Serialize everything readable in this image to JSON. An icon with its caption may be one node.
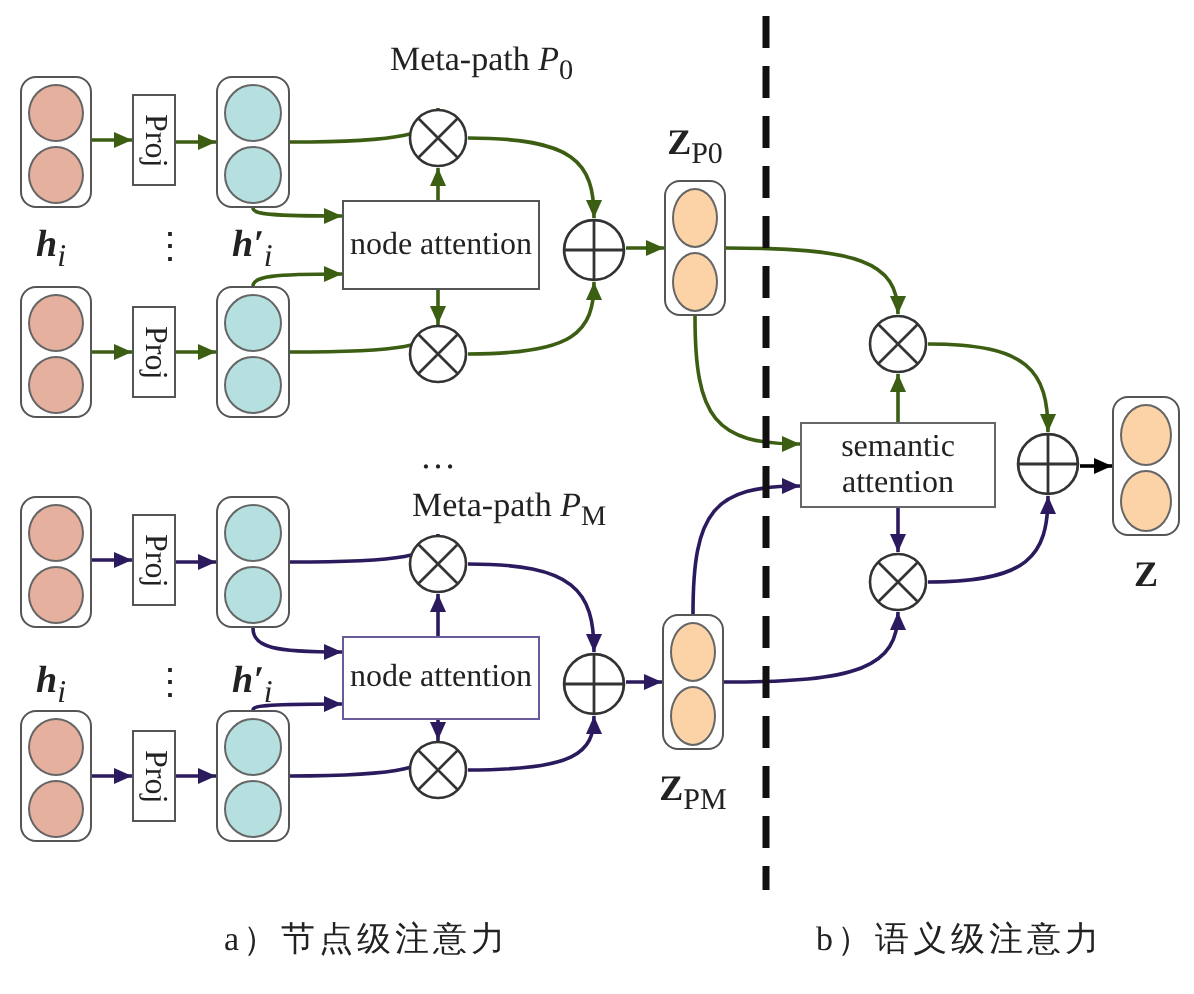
{
  "diagram": {
    "nodes": [
      {
        "text": [],
        "shape": "box"
      },
      {
        "text": [
          "Proj"
        ]
      },
      {
        "text": [],
        "shape": "box"
      },
      {
        "text": [],
        "shape": "box"
      },
      {
        "text": [
          "Proj"
        ]
      },
      {
        "text": [],
        "shape": "box"
      },
      {
        "text": [
          "node attention"
        ]
      },
      {
        "text": [],
        "shape": "circle"
      },
      {
        "text": [],
        "shape": "circle"
      },
      {
        "text": [],
        "shape": "circle"
      },
      {
        "text": [
          "**Z**$_{P0}$"
        ]
      },
      {
        "text": [],
        "shape": "box"
      },
      {
        "text": [
          "Proj"
        ]
      },
      {
        "text": [],
        "shape": "box"
      },
      {
        "text": [],
        "shape": "box"
      },
      {
        "text": [
          "Proj"
        ]
      },
      {
        "text": [],
        "shape": "box"
      },
      {
        "text": [
          "node attention"
        ]
      },
      {
        "text": [],
        "shape": "circle"
      },
      {
        "text": [],
        "shape": "circle"
      },
      {
        "text": [],
        "shape": "circle"
      },
      {
        "text": [
          "**Z**$_{PM}$"
        ]
      },
      {
        "text": [
          "semantic attention"
        ]
      },
      {
        "text": [],
        "shape": "circle"
      },
      {
        "text": [],
        "shape": "circle"
      },
      {
        "text": [],
        "shape": "circle"
      },
      {
        "text": [
          "**Z**"
        ]
      }
    ],
    "edges": [
      {
        "from": 0,
        "to": 1,
        "arrow": "to",
        "color": "#3b5e12"
      },
      {
        "from": 1,
        "to": 2,
        "arrow": "to",
        "color": "#3b5e12"
      },
      {
        "from": 3,
        "to": 4,
        "arrow": "to",
        "color": "#3b5e12"
      },
      {
        "from": 4,
        "to": 5,
        "arrow": "to",
        "color": "#3b5e12"
      },
      {
        "from": 2,
        "to": 7,
        "arrow": "to",
        "color": "#3b5e12"
      },
      {
        "from": 2,
        "to": 6,
        "arrow": "to",
        "color": "#3b5e12"
      },
      {
        "from": 5,
        "to": 6,
        "arrow": "to",
        "color": "#3b5e12"
      },
      {
        "from": 5,
        "to": 8,
        "arrow": "to",
        "color": "#3b5e12"
      },
      {
        "from": 6,
        "to": 7,
        "arrow": "to",
        "color": "#3b5e12"
      },
      {
        "from": 6,
        "to": 8,
        "arrow": "to",
        "color": "#3b5e12"
      },
      {
        "from": 7,
        "to": 9,
        "arrow": "to",
        "color": "#3b5e12"
      },
      {
        "from": 8,
        "to": 9,
        "arrow": "to",
        "color": "#3b5e12"
      },
      {
        "from": 9,
        "to": 10,
        "arrow": "to",
        "color": "#3b5e12"
      },
      {
        "from": 11,
        "to": 12,
        "arrow": "to",
        "color": "#2b1b5e"
      },
      {
        "from": 12,
        "to": 13,
        "arrow": "to",
        "color": "#2b1b5e"
      },
      {
        "from": 14,
        "to": 15,
        "arrow": "to",
        "color": "#2b1b5e"
      },
      {
        "from": 15,
        "to": 16,
        "arrow": "to",
        "color": "#2b1b5e"
      },
      {
        "from": 13,
        "to": 18,
        "arrow": "to",
        "color": "#2b1b5e"
      },
      {
        "from": 13,
        "to": 17,
        "arrow": "to",
        "color": "#2b1b5e"
      },
      {
        "from": 16,
        "to": 17,
        "arrow": "to",
        "color": "#2b1b5e"
      },
      {
        "from": 16,
        "to": 19,
        "arrow": "to",
        "color": "#2b1b5e"
      },
      {
        "from": 17,
        "to": 18,
        "arrow": "to",
        "color": "#2b1b5e"
      },
      {
        "from": 17,
        "to": 19,
        "arrow": "to",
        "color": "#2b1b5e"
      },
      {
        "from": 18,
        "to": 20,
        "arrow": "to",
        "color": "#2b1b5e"
      },
      {
        "from": 19,
        "to": 20,
        "arrow": "to",
        "color": "#2b1b5e"
      },
      {
        "from": 20,
        "to": 21,
        "arrow": "to",
        "color": "#2b1b5e"
      },
      {
        "from": 10,
        "to": 23,
        "arrow": "to",
        "color": "#3b5e12"
      },
      {
        "from": 10,
        "to": 22,
        "arrow": "to",
        "color": "#3b5e12"
      },
      {
        "from": 21,
        "to": 22,
        "arrow": "to",
        "color": "#2b1b5e"
      },
      {
        "from": 21,
        "to": 24,
        "arrow": "to",
        "color": "#2b1b5e"
      },
      {
        "from": 22,
        "to": 23,
        "arrow": "to",
        "color": "#3b5e12"
      },
      {
        "from": 22,
        "to": 24,
        "arrow": "to",
        "color": "#2b1b5e"
      },
      {
        "from": 23,
        "to": 25,
        "arrow": "to",
        "color": "#3b5e12"
      },
      {
        "from": 24,
        "to": 25,
        "arrow": "to",
        "color": "#2b1b5e"
      },
      {
        "from": 25,
        "to": 26,
        "arrow": "to",
        "color": "#000000"
      }
    ],
    "labels": [
      "Meta-path *P*$_{0}$",
      "**h**$_{i}$",
      "⋮",
      "**h′**$_{i}$",
      "…",
      "Meta-path *P*$_{M}$",
      "**h**$_{i}$",
      "⋮",
      "**h′**$_{i}$",
      "a）节点级注意力",
      "b）语义级注意力"
    ]
  }
}
